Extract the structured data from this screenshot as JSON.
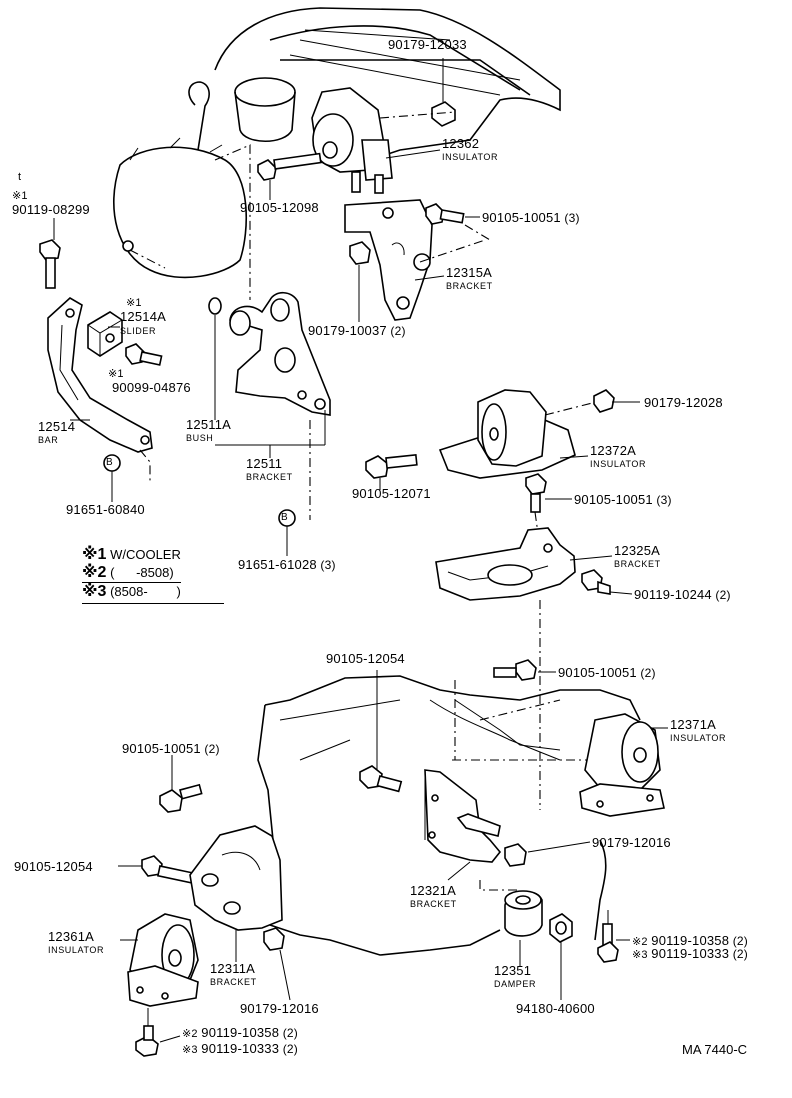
{
  "labels": {
    "l90179_12033": {
      "pn": "90179-12033"
    },
    "l12362": {
      "pn": "12362",
      "nm": "INSULATOR"
    },
    "l90105_12098": {
      "pn": "90105-12098"
    },
    "l90105_10051_top": {
      "pn": "90105-10051",
      "qty": "(3)"
    },
    "l12315A": {
      "pn": "12315A",
      "nm": "BRACKET"
    },
    "l90179_10037": {
      "pn": "90179-10037",
      "qty": "(2)"
    },
    "lt": {
      "pn": "t"
    },
    "l90119_08299": {
      "mark": "※1",
      "pn": "90119-08299"
    },
    "l12514A": {
      "mark": "※1",
      "pn": "12514A",
      "nm": "SLIDER"
    },
    "l90099_04876": {
      "mark": "※1",
      "pn": "90099-04876"
    },
    "l12514": {
      "pn": "12514",
      "nm": "BAR"
    },
    "l12511A": {
      "pn": "12511A",
      "nm": "BUSH"
    },
    "l12511": {
      "pn": "12511",
      "nm": "BRACKET"
    },
    "l91651_60840": {
      "pn": "91651-60840"
    },
    "l91651_61028": {
      "pn": "91651-61028",
      "qty": "(3)"
    },
    "l90179_12028": {
      "pn": "90179-12028"
    },
    "l12372A": {
      "pn": "12372A",
      "nm": "INSULATOR"
    },
    "l90105_12071": {
      "pn": "90105-12071"
    },
    "l90105_10051_mid": {
      "pn": "90105-10051",
      "qty": "(3)"
    },
    "l12325A": {
      "pn": "12325A",
      "nm": "BRACKET"
    },
    "l90119_10244": {
      "pn": "90119-10244",
      "qty": "(2)"
    },
    "l90105_12054_top": {
      "pn": "90105-12054"
    },
    "l90105_10051_low": {
      "pn": "90105-10051",
      "qty": "(2)"
    },
    "l12371A": {
      "pn": "12371A",
      "nm": "INSULATOR"
    },
    "l90105_10051_left": {
      "pn": "90105-10051",
      "qty": "(2)"
    },
    "l90179_12016_right": {
      "pn": "90179-12016"
    },
    "l90105_12054_left": {
      "pn": "90105-12054"
    },
    "l12321A": {
      "pn": "12321A",
      "nm": "BRACKET"
    },
    "l12361A": {
      "pn": "12361A",
      "nm": "INSULATOR"
    },
    "l12311A": {
      "pn": "12311A",
      "nm": "BRACKET"
    },
    "l12351": {
      "pn": "12351",
      "nm": "DAMPER"
    },
    "l90179_12016_low": {
      "pn": "90179-12016"
    },
    "l94180_40600": {
      "pn": "94180-40600"
    },
    "l90119_10358_right": {
      "mark": "※2",
      "pn": "90119-10358",
      "qty": "(2)"
    },
    "l90119_10333_right": {
      "mark": "※3",
      "pn": "90119-10333",
      "qty": "(2)"
    },
    "l90119_10358_left": {
      "mark": "※2",
      "pn": "90119-10358",
      "qty": "(2)"
    },
    "l90119_10333_left": {
      "mark": "※3",
      "pn": "90119-10333",
      "qty": "(2)"
    }
  },
  "callouts": {
    "b1": "B",
    "b2": "B"
  },
  "legend": {
    "items": [
      {
        "mark": "※1",
        "text": "W/COOLER"
      },
      {
        "mark": "※2",
        "text": "(      -8508)"
      },
      {
        "mark": "※3",
        "text": "(8508-        )"
      }
    ]
  },
  "diagram_code": "MA 7440-C"
}
